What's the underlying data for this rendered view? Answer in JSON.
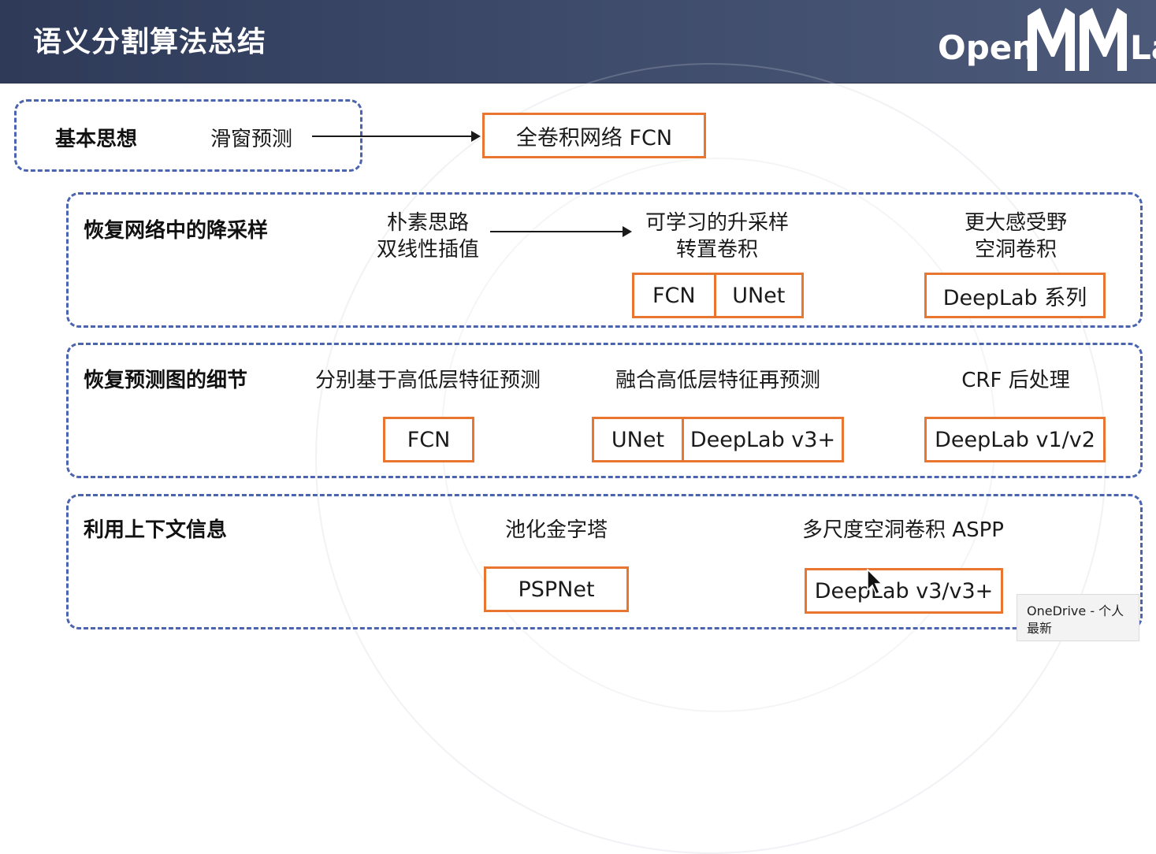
{
  "slide": {
    "title": "语义分割算法总结",
    "logo": {
      "open": "Open",
      "lab": "La"
    }
  },
  "row_basic": {
    "title": "基本思想",
    "from": "滑窗预测",
    "to": "全卷积网络 FCN"
  },
  "row_upsample": {
    "title": "恢复网络中的降采样",
    "naive": [
      "朴素思路",
      "双线性插值"
    ],
    "learnable": [
      "可学习的升采样",
      "转置卷积"
    ],
    "receptive": [
      "更大感受野",
      "空洞卷积"
    ],
    "box_fcn": "FCN",
    "box_unet": "UNet",
    "box_deeplab": "DeepLab 系列"
  },
  "row_detail": {
    "title": "恢复预测图的细节",
    "col1": "分别基于高低层特征预测",
    "col2": "融合高低层特征再预测",
    "col3": "CRF 后处理",
    "box_fcn": "FCN",
    "box_unet": "UNet",
    "box_deeplab_v3p": "DeepLab v3+",
    "box_deeplab_v12": "DeepLab v1/v2"
  },
  "row_context": {
    "title": "利用上下文信息",
    "col1": "池化金字塔",
    "col2": "多尺度空洞卷积 ASPP",
    "box_pspnet": "PSPNet",
    "box_deeplab_v3": "DeepLab v3/v3+"
  },
  "toast": {
    "line1": "OneDrive - 个人",
    "line2": "最新"
  },
  "colors": {
    "header_bg": "#3e4b6b",
    "dashed_border": "#4a64b0",
    "box_border": "#e87530"
  }
}
